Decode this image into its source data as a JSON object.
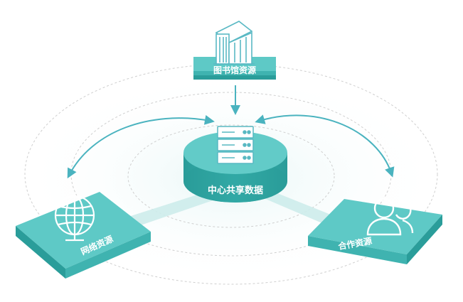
{
  "diagram": {
    "center": {
      "label": "中心共享数据",
      "icon": "server-icon"
    },
    "nodes": [
      {
        "id": "library",
        "label": "图书馆资源",
        "icon": "library-building-icon"
      },
      {
        "id": "network",
        "label": "网络资源",
        "icon": "globe-icon"
      },
      {
        "id": "partner",
        "label": "合作资源",
        "icon": "users-icon"
      }
    ],
    "colors": {
      "platform_top": "#5ec9c6",
      "platform_side": "#2a9d9a",
      "platform_front": "#3fb3b0",
      "cylinder_top": "#62cbc8",
      "cylinder_side": "#2fa8a5",
      "arrow": "#4ab3bf",
      "orbit": "#c9c9c9",
      "beam": "#bfe7e6"
    }
  }
}
